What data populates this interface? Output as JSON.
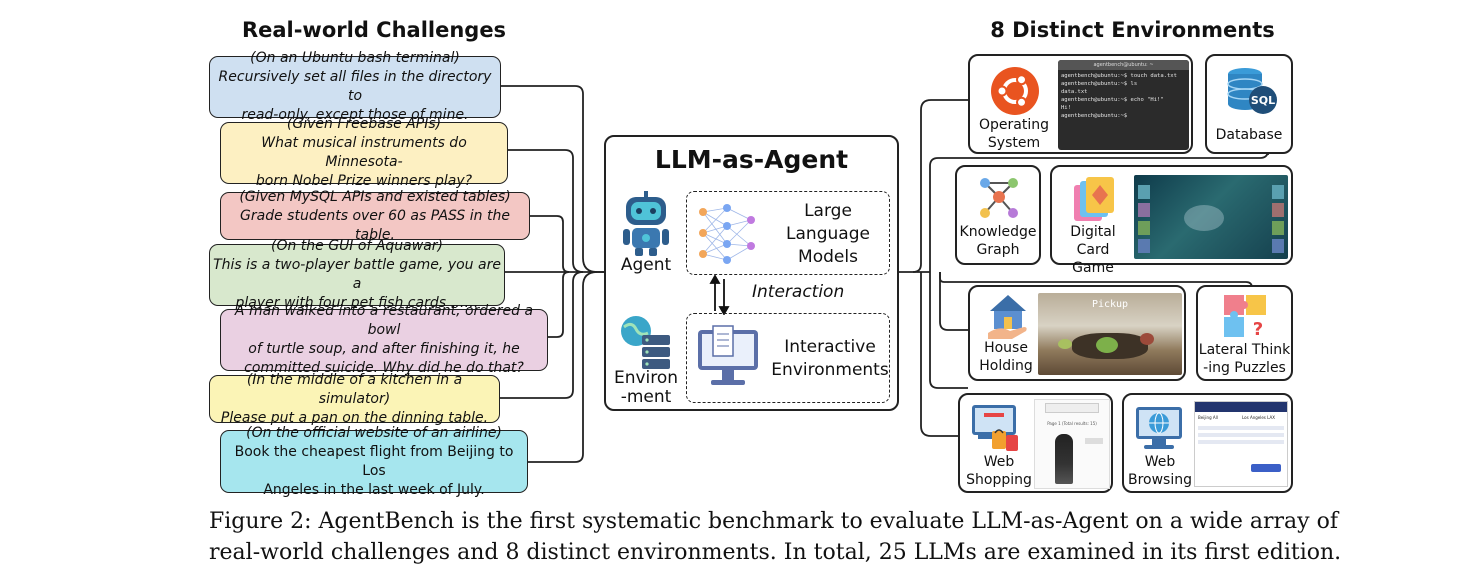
{
  "headings": {
    "left": "Real-world Challenges",
    "right": "8 Distinct Environments"
  },
  "challenges": [
    {
      "context": "(On an Ubuntu bash terminal)",
      "lines": [
        "Recursively set all files in the directory to",
        "read-only, except those of mine."
      ],
      "color": "#cfe0f1"
    },
    {
      "context": "(Given Freebase APIs)",
      "lines": [
        "What musical instruments do Minnesota-",
        "born Nobel Prize winners play?"
      ],
      "color": "#fdf0c2"
    },
    {
      "context": "(Given MySQL APIs and existed tables)",
      "lines": [
        "Grade students over 60 as PASS in the table."
      ],
      "color": "#f3c7c4"
    },
    {
      "context": "(On the GUI of Aquawar)",
      "lines": [
        "This is a two-player battle game, you are a",
        "player with four pet fish cards ……"
      ],
      "color": "#d8e8cd"
    },
    {
      "context": "",
      "lines": [
        "A man walked into a restaurant, ordered a bowl",
        "of turtle soup, and after finishing it, he",
        "committed suicide. Why did he do that?"
      ],
      "color": "#ead0e2"
    },
    {
      "context": "(In the middle of a kitchen in a simulator)",
      "lines": [
        "Please put a pan on the dinning table."
      ],
      "color": "#fbf4b6"
    },
    {
      "context": "(On the official website of an airline)",
      "lines": [
        "Book the cheapest flight from Beijing to Los",
        "Angeles in the last week of July."
      ],
      "color": "#a6e6ee"
    }
  ],
  "core": {
    "title": "LLM-as-Agent",
    "agent_label": "Agent",
    "env_label_1": "Environ",
    "env_label_2": "-ment",
    "llm_1": "Large",
    "llm_2": "Language",
    "llm_3": "Models",
    "interaction": "Interaction",
    "ie_1": "Interactive",
    "ie_2": "Environments"
  },
  "environments": {
    "os": {
      "label_1": "Operating",
      "label_2": "System"
    },
    "db": {
      "label_1": "Database"
    },
    "kg": {
      "label_1": "Knowledge",
      "label_2": "Graph"
    },
    "dcg": {
      "label_1": "Digital Card",
      "label_2": "Game"
    },
    "hh": {
      "label_1": "House",
      "label_2": "Holding",
      "scene_text": "Pickup"
    },
    "ltp": {
      "label_1": "Lateral Think",
      "label_2": "-ing Puzzles"
    },
    "ws": {
      "label_1": "Web",
      "label_2": "Shopping",
      "page_text": "Page 1 (Total results: 15)"
    },
    "wb": {
      "label_1": "Web",
      "label_2": "Browsing",
      "from_city": "Beijing All",
      "to_city": "Los Angeles LAX"
    }
  },
  "terminal": {
    "title": "agentbench@ubuntu: ~",
    "lines": [
      "agentbench@ubuntu:~$ touch data.txt",
      "agentbench@ubuntu:~$ ls",
      "data.txt",
      "agentbench@ubuntu:~$ echo \"Hi!\"",
      "Hi!",
      "agentbench@ubuntu:~$ "
    ]
  },
  "caption": {
    "line_1": "Figure 2: AgentBench is the first systematic benchmark to evaluate LLM-as-Agent on a wide array of",
    "line_2": "real-world challenges and 8 distinct environments. In total, 25 LLMs are examined in its first edition."
  },
  "icons": [
    "ubuntu-icon",
    "database-icon",
    "sql-icon",
    "knowledge-graph-icon",
    "card-game-icon",
    "house-icon",
    "puzzle-icon",
    "shopping-icon",
    "globe-icon",
    "robot-icon",
    "neural-net-icon",
    "monitor-icon",
    "server-icon"
  ]
}
